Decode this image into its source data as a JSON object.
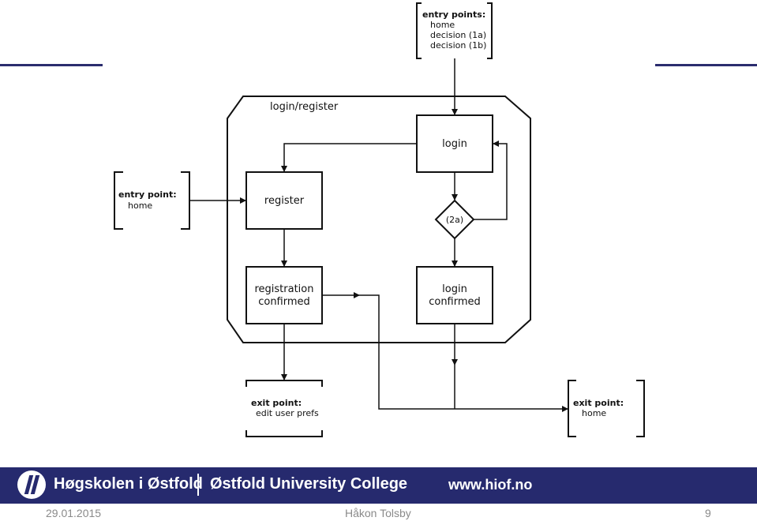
{
  "diagram": {
    "group_title": "login/register",
    "entry_top": {
      "heading": "entry points:",
      "lines": [
        "home",
        "decision (1a)",
        "decision (1b)"
      ]
    },
    "entry_left": {
      "heading": "entry point:",
      "lines": [
        "home"
      ]
    },
    "nodes": {
      "login": "login",
      "register": "register",
      "decision": "(2a)",
      "registration_confirmed": [
        "registration",
        "confirmed"
      ],
      "login_confirmed": [
        "login",
        "confirmed"
      ]
    },
    "exit_edit": {
      "heading": "exit point:",
      "lines": [
        "edit user prefs"
      ]
    },
    "exit_home": {
      "heading": "exit point:",
      "lines": [
        "home"
      ]
    }
  },
  "footer": {
    "school_no": "Høgskolen i Østfold",
    "school_en": "Østfold University College",
    "url": "www.hiof.no",
    "date": "29.01.2015",
    "author": "Håkon Tolsby",
    "page": "9"
  },
  "colors": {
    "brand": "#262a6e",
    "line": "#111111"
  }
}
